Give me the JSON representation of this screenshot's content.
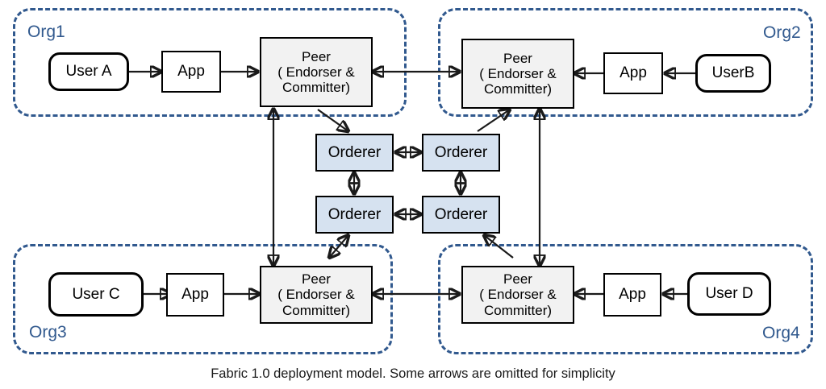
{
  "diagram": {
    "caption": "Fabric 1.0 deployment model. Some arrows are omitted for simplicity",
    "colors": {
      "org_border": "#31598E",
      "org_label": "#31598E",
      "peer_fill": "#F2F2F2",
      "orderer_fill": "#D6E2F0",
      "node_stroke": "#000000",
      "arrow_stroke": "#1a1a1a",
      "background": "#ffffff"
    },
    "orgs": [
      {
        "id": "org1",
        "label": "Org1",
        "label_position": "top-left"
      },
      {
        "id": "org2",
        "label": "Org2",
        "label_position": "top-right"
      },
      {
        "id": "org3",
        "label": "Org3",
        "label_position": "bottom-left"
      },
      {
        "id": "org4",
        "label": "Org4",
        "label_position": "bottom-right"
      }
    ],
    "users": [
      {
        "id": "user-a",
        "label": "User A",
        "org": "org1"
      },
      {
        "id": "user-b",
        "label": "UserB",
        "org": "org2"
      },
      {
        "id": "user-c",
        "label": "User C",
        "org": "org3"
      },
      {
        "id": "user-d",
        "label": "User D",
        "org": "org4"
      }
    ],
    "apps": [
      {
        "id": "app-1",
        "label": "App",
        "org": "org1"
      },
      {
        "id": "app-2",
        "label": "App",
        "org": "org2"
      },
      {
        "id": "app-3",
        "label": "App",
        "org": "org3"
      },
      {
        "id": "app-4",
        "label": "App",
        "org": "org4"
      }
    ],
    "peers": [
      {
        "id": "peer-1",
        "org": "org1",
        "line1": "Peer",
        "line2": "( Endorser &",
        "line3": "Committer)"
      },
      {
        "id": "peer-2",
        "org": "org2",
        "line1": "Peer",
        "line2": "( Endorser &",
        "line3": "Committer)"
      },
      {
        "id": "peer-3",
        "org": "org3",
        "line1": "Peer",
        "line2": "( Endorser &",
        "line3": "Committer)"
      },
      {
        "id": "peer-4",
        "org": "org4",
        "line1": "Peer",
        "line2": "( Endorser &",
        "line3": "Committer)"
      }
    ],
    "orderers": [
      {
        "id": "orderer-1",
        "label": "Orderer",
        "position": "top-left"
      },
      {
        "id": "orderer-2",
        "label": "Orderer",
        "position": "top-right"
      },
      {
        "id": "orderer-3",
        "label": "Orderer",
        "position": "bottom-left"
      },
      {
        "id": "orderer-4",
        "label": "Orderer",
        "position": "bottom-right"
      }
    ],
    "connections": [
      {
        "id": "user-a-to-app-1",
        "from": "user-a",
        "to": "app-1",
        "direction": "one-way"
      },
      {
        "id": "app-1-to-peer-1",
        "from": "app-1",
        "to": "peer-1",
        "direction": "one-way"
      },
      {
        "id": "app-2-to-peer-2",
        "from": "app-2",
        "to": "peer-2",
        "direction": "one-way"
      },
      {
        "id": "user-b-to-app-2",
        "from": "user-b",
        "to": "app-2",
        "direction": "one-way"
      },
      {
        "id": "user-c-to-app-3",
        "from": "user-c",
        "to": "app-3",
        "direction": "one-way"
      },
      {
        "id": "app-3-to-peer-3",
        "from": "app-3",
        "to": "peer-3",
        "direction": "one-way"
      },
      {
        "id": "app-4-to-peer-4",
        "from": "app-4",
        "to": "peer-4",
        "direction": "one-way"
      },
      {
        "id": "user-d-to-app-4",
        "from": "user-d",
        "to": "app-4",
        "direction": "one-way"
      },
      {
        "id": "peer-1-peer-2",
        "from": "peer-1",
        "to": "peer-2",
        "direction": "two-way"
      },
      {
        "id": "peer-3-peer-4",
        "from": "peer-3",
        "to": "peer-4",
        "direction": "two-way"
      },
      {
        "id": "peer-1-peer-3",
        "from": "peer-1",
        "to": "peer-3",
        "direction": "two-way"
      },
      {
        "id": "peer-2-peer-4",
        "from": "peer-2",
        "to": "peer-4",
        "direction": "two-way"
      },
      {
        "id": "orderer-1-orderer-2",
        "from": "orderer-1",
        "to": "orderer-2",
        "direction": "two-way"
      },
      {
        "id": "orderer-3-orderer-4",
        "from": "orderer-3",
        "to": "orderer-4",
        "direction": "two-way"
      },
      {
        "id": "orderer-1-orderer-3",
        "from": "orderer-1",
        "to": "orderer-3",
        "direction": "two-way"
      },
      {
        "id": "orderer-2-orderer-4",
        "from": "orderer-2",
        "to": "orderer-4",
        "direction": "two-way"
      },
      {
        "id": "peer-1-to-orderer-1",
        "from": "peer-1",
        "to": "orderer-1",
        "direction": "one-way"
      },
      {
        "id": "orderer-2-to-peer-2",
        "from": "orderer-2",
        "to": "peer-2",
        "direction": "one-way"
      },
      {
        "id": "orderer-3-peer-3",
        "from": "orderer-3",
        "to": "peer-3",
        "direction": "two-way"
      },
      {
        "id": "peer-4-to-orderer-4",
        "from": "peer-4",
        "to": "orderer-4",
        "direction": "one-way"
      }
    ]
  }
}
